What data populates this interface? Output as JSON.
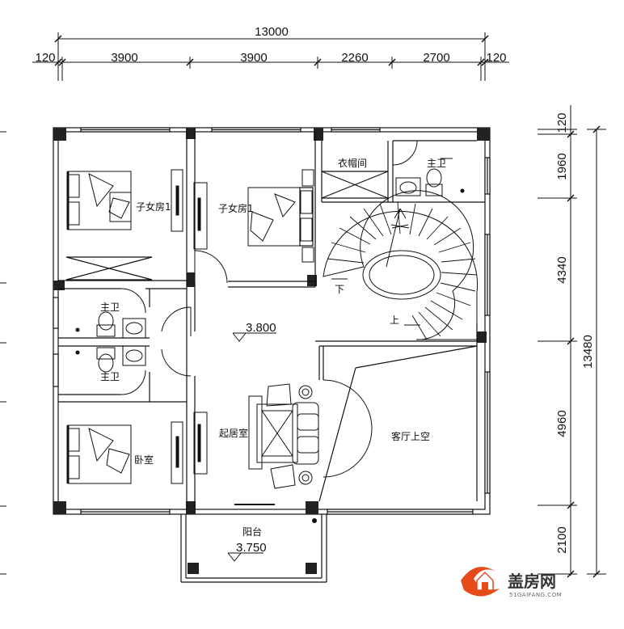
{
  "dimensions": {
    "top_total": "13000",
    "top_segments": [
      "120",
      "3900",
      "3900",
      "2260",
      "2700",
      "120"
    ],
    "right_total": "13480",
    "right_segments": [
      "120",
      "1960",
      "4340",
      "4960",
      "2100"
    ]
  },
  "rooms": {
    "kids_room_left": "子女房1",
    "kids_room_center": "子女房1",
    "walk_in_closet": "衣帽间",
    "master_bath_top": "主卫",
    "bath_upper": "主卫",
    "bath_lower": "主卫",
    "bedroom": "卧室",
    "living_room": "起居室",
    "living_void": "客厅上空",
    "balcony": "阳台"
  },
  "elevations": {
    "floor": "3.800",
    "balcony": "3.750"
  },
  "stairs": {
    "down": "下",
    "up": "上"
  },
  "watermark": {
    "brand": "盖房网",
    "url": "51GAIFANG.COM"
  }
}
